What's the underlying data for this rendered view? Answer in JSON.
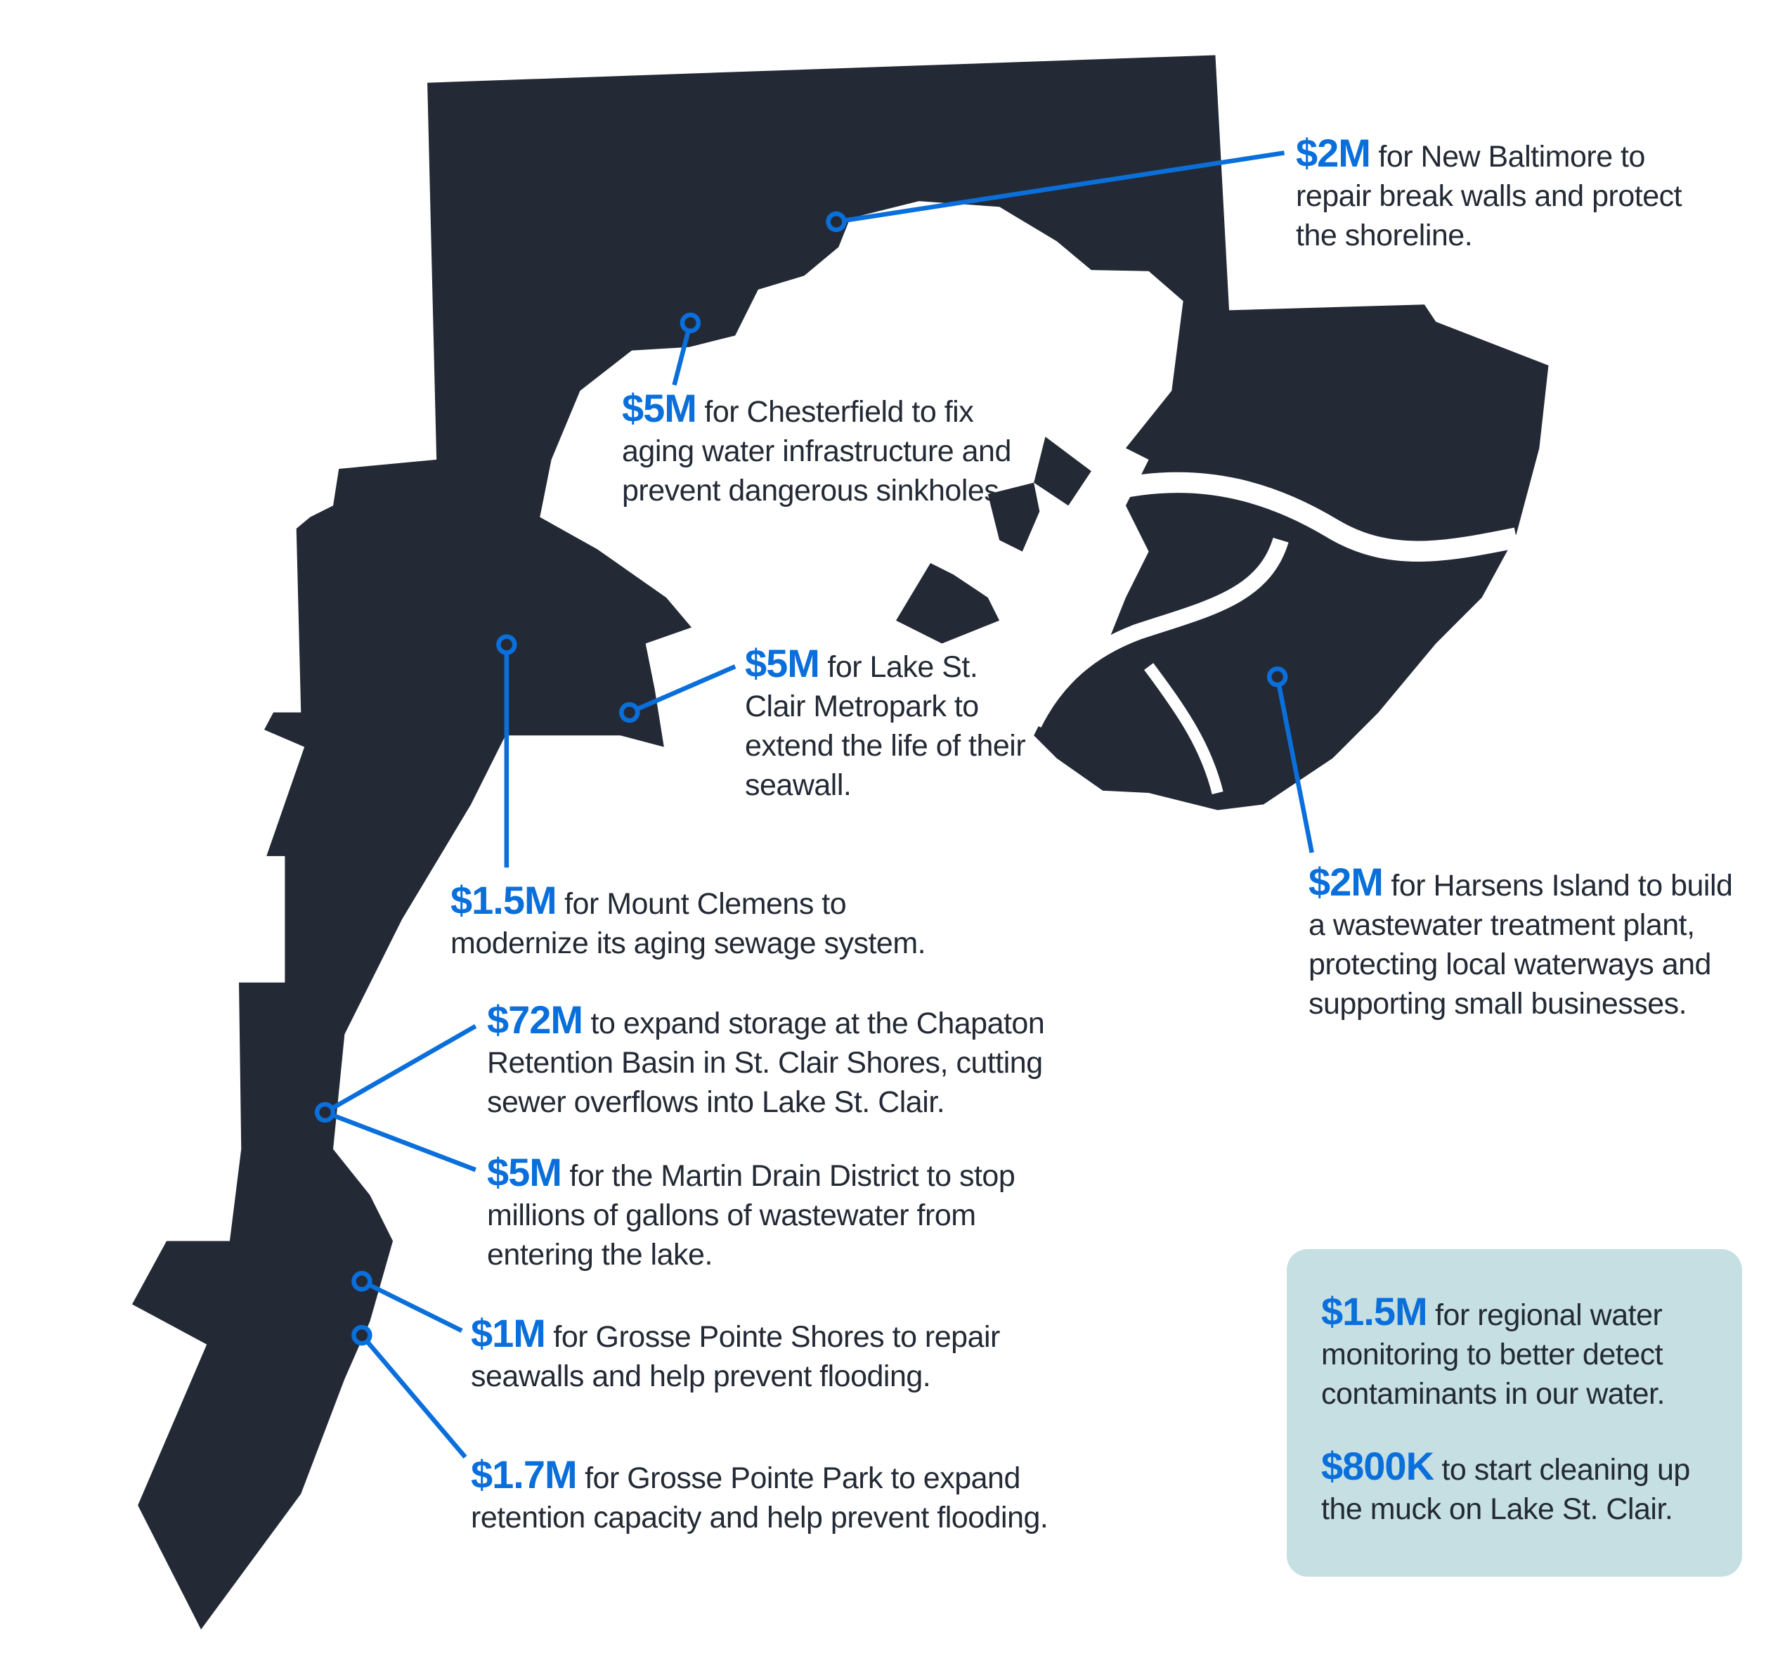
{
  "colors": {
    "land": "#232a35",
    "accent": "#0a6fdb",
    "callout_box": "#c5dfe2"
  },
  "annotations": [
    {
      "amount": "$2M",
      "text": "for New Baltimore to repair break walls and protect the shoreline."
    },
    {
      "amount": "$5M",
      "text": "for Chesterfield to fix aging water infrastructure and prevent dangerous sinkholes."
    },
    {
      "amount": "$5M",
      "text": "for Lake St. Clair Metropark to extend the life of their seawall."
    },
    {
      "amount": "$1.5M",
      "text": "for Mount Clemens to modernize its aging sewage system."
    },
    {
      "amount": "$72M",
      "text": "to expand storage at the Chapaton Retention Basin in St. Clair Shores, cutting sewer overflows into Lake St. Clair."
    },
    {
      "amount": "$5M",
      "text": "for the Martin Drain District to stop millions of gallons of wastewater from entering the lake."
    },
    {
      "amount": "$1M",
      "text": "for Grosse Pointe Shores to repair seawalls and help prevent flooding."
    },
    {
      "amount": "$1.7M",
      "text": "for Grosse Pointe Park to expand retention capacity and help prevent flooding."
    },
    {
      "amount": "$2M",
      "text": "for Harsens Island to build a wastewater treatment plant, protecting local waterways and supporting small businesses."
    }
  ],
  "callout_box": [
    {
      "amount": "$1.5M",
      "text": "for regional water monitoring to better detect contaminants in our water."
    },
    {
      "amount": "$800K",
      "text": "to start cleaning up the muck on Lake St. Clair."
    }
  ]
}
